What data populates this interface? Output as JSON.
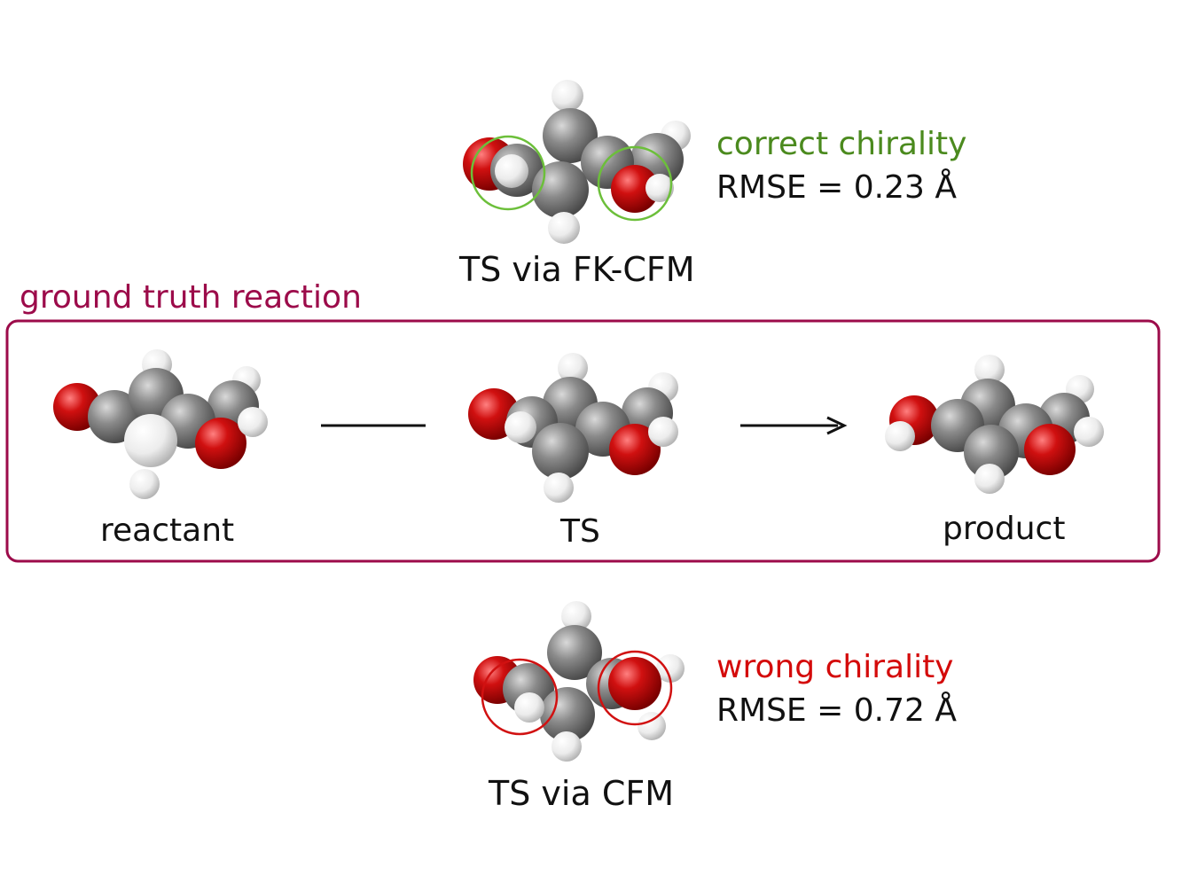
{
  "colors": {
    "frame": "#9c0b4a",
    "correct": "#4b8a1e",
    "wrong": "#d40a0a",
    "carbon": "#7a7a7a",
    "oxygen": "#c40e0e",
    "hydrogen": "#e8e8e8",
    "correct_circle": "#6cbf3a",
    "wrong_circle": "#d11111"
  },
  "top": {
    "caption": "TS via FK-CFM",
    "status": "correct chirality",
    "rmse": "RMSE = 0.23 Å"
  },
  "ground_truth": {
    "title": "ground truth reaction",
    "reactant_label": "reactant",
    "ts_label": "TS",
    "product_label": "product"
  },
  "bottom": {
    "caption": "TS via CFM",
    "status": "wrong chirality",
    "rmse": "RMSE = 0.72 Å"
  },
  "icons": [
    "molecule-ball-model",
    "highlight-circle",
    "reaction-line",
    "reaction-arrow"
  ]
}
